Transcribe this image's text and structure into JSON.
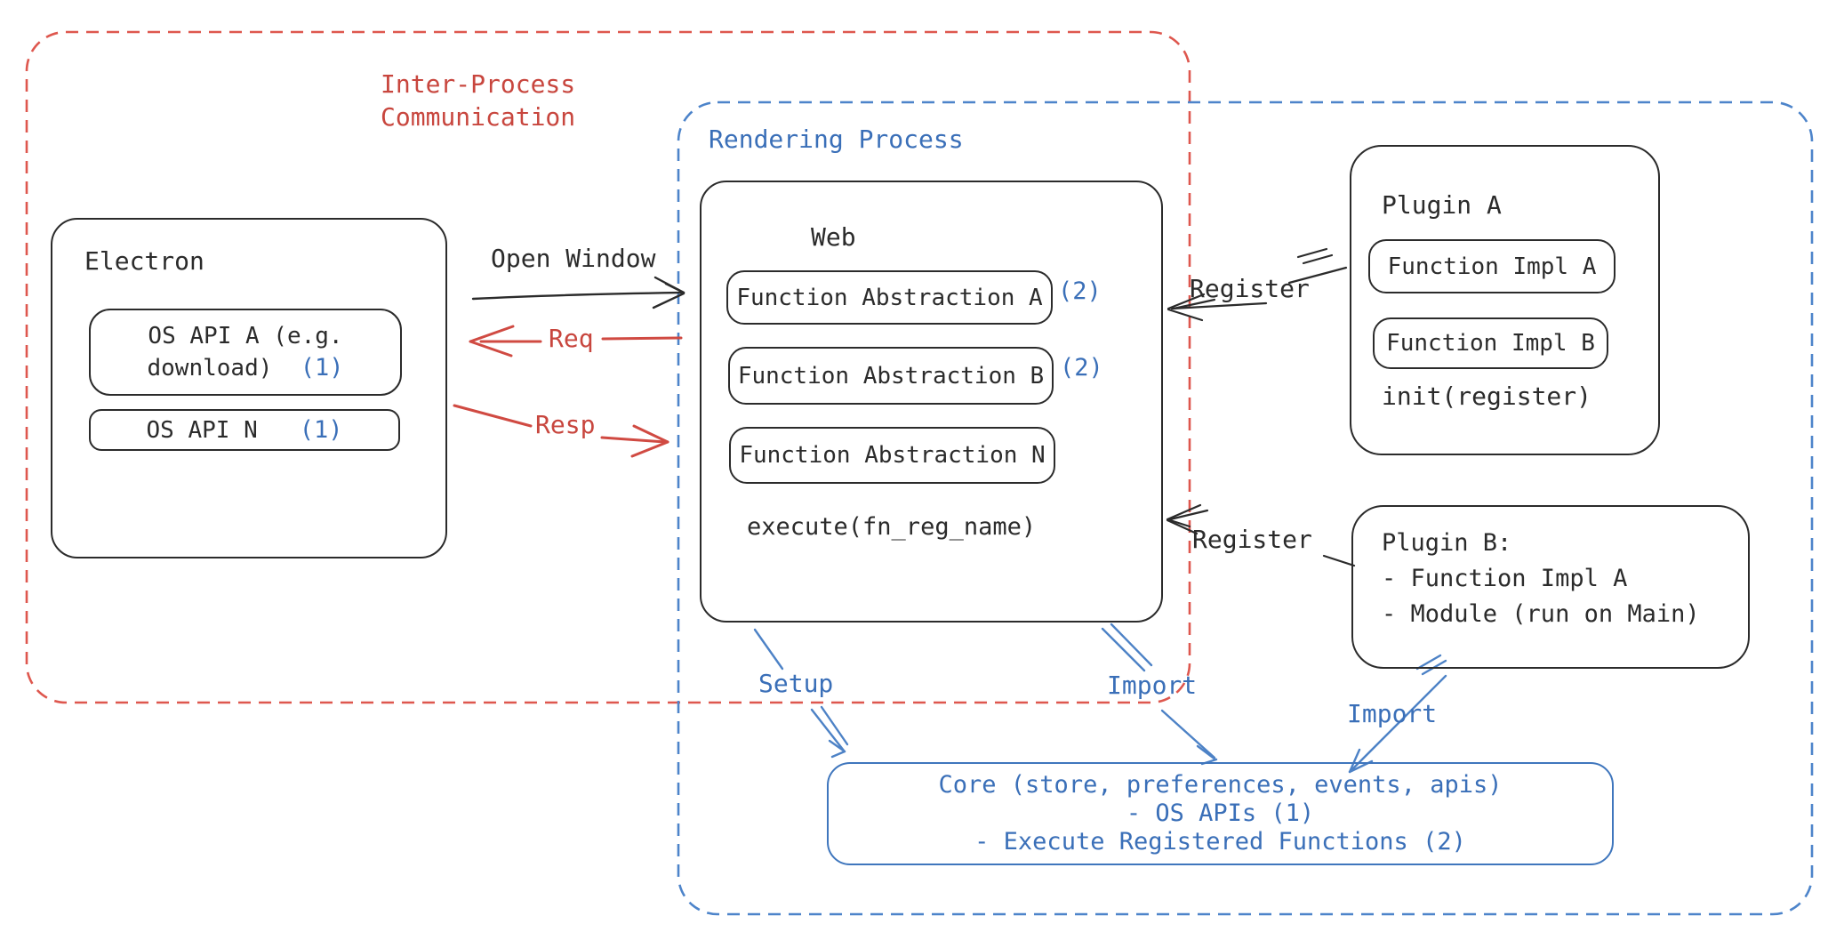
{
  "groups": {
    "ipc": {
      "label": "Inter-Process\nCommunication"
    },
    "rendering": {
      "label": "Rendering Process"
    }
  },
  "electron": {
    "title": "Electron",
    "os_api_a": {
      "line1": "OS API A (e.g.",
      "line2": "download)",
      "badge": "(1)"
    },
    "os_api_n": {
      "label": "OS API N",
      "badge": "(1)"
    }
  },
  "web": {
    "title": "Web",
    "fn_a": {
      "label": "Function Abstraction A",
      "badge": "(2)"
    },
    "fn_b": {
      "label": "Function Abstraction B",
      "badge": "(2)"
    },
    "fn_n": {
      "label": "Function Abstraction N"
    },
    "execute_label": "execute(fn_reg_name)"
  },
  "plugin_a": {
    "title": "Plugin A",
    "impl_a": "Function Impl A",
    "impl_b": "Function Impl B",
    "init_label": "init(register)"
  },
  "plugin_b": {
    "lines": "Plugin B:\n- Function Impl A\n- Module (run on Main)"
  },
  "core": {
    "line1": "Core (store, preferences, events, apis)",
    "line2": "- OS APIs (1)",
    "line3": "- Execute Registered Functions (2)"
  },
  "arrows": {
    "open_window": "Open Window",
    "req": "Req",
    "resp": "Resp",
    "register_top": "Register",
    "register_bottom": "Register",
    "setup": "Setup",
    "import_web": "Import",
    "import_plugin": "Import"
  },
  "colors": {
    "red_text": "#c8463e",
    "red_dash": "#de574e",
    "blue_text": "#3a6fb8",
    "blue_dash": "#4d84ca",
    "blue_arrow": "#4d82c6",
    "core_border": "#3f76bd",
    "ink": "#2b2b2b"
  }
}
